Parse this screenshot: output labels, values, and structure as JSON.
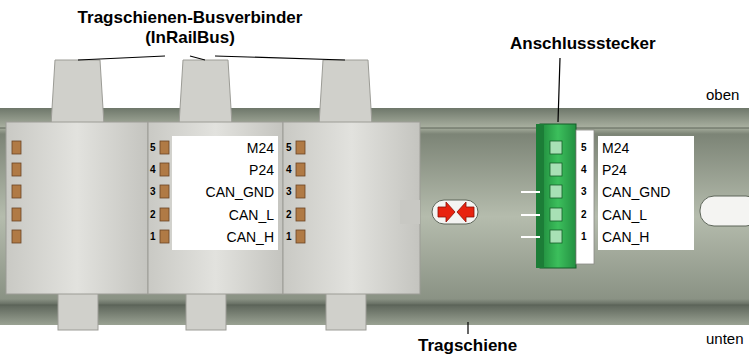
{
  "diagram": {
    "labels": [
      "Tragschienen-Busverbinder (InRailBus)",
      "Anschlussstecker",
      "oben",
      "unten",
      "Tragschiene",
      "5",
      "4",
      "3",
      "2",
      "1",
      "M24",
      "P24",
      "CAN_GND",
      "CAN_L",
      "CAN_H",
      "5",
      "4",
      "3",
      "2",
      "1",
      "5",
      "4",
      "3",
      "2",
      "1",
      "M24",
      "P24",
      "CAN_GND",
      "CAN_L",
      "CAN_H"
    ]
  }
}
